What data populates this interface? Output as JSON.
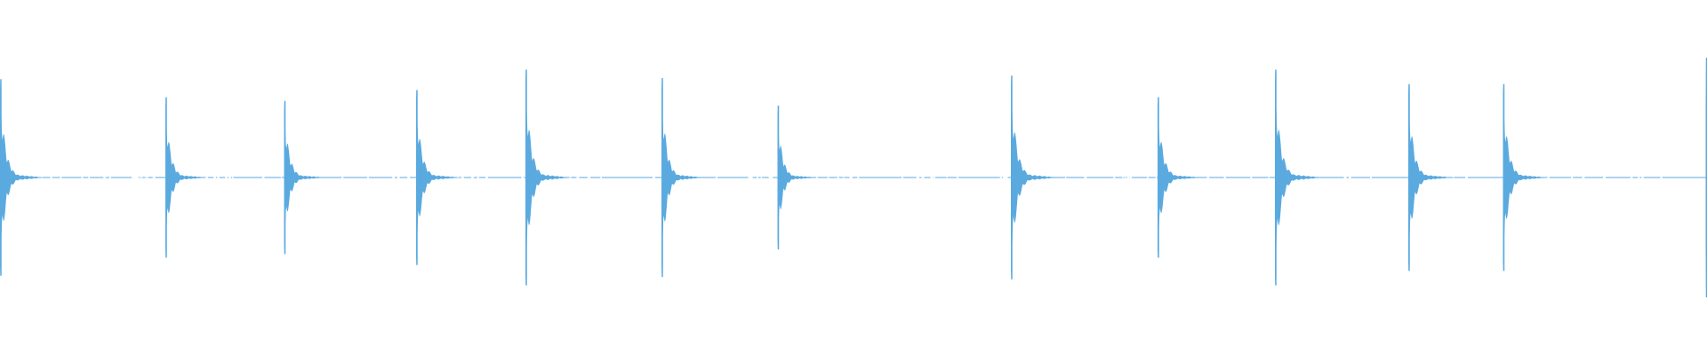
{
  "waveform": {
    "color": "#5aaae0",
    "baseline_gap_color": "#ffffff",
    "duration_seconds": 12.8,
    "peak_scale": 1.0,
    "onsets": [
      {
        "time": 0.0,
        "amplitude": 0.82,
        "lower": 0.82,
        "decay": 0.34
      },
      {
        "time": 1.24,
        "amplitude": 0.67,
        "lower": 0.67,
        "decay": 0.32
      },
      {
        "time": 2.13,
        "amplitude": 0.64,
        "lower": 0.64,
        "decay": 0.32
      },
      {
        "time": 3.12,
        "amplitude": 0.73,
        "lower": 0.73,
        "decay": 0.34
      },
      {
        "time": 3.94,
        "amplitude": 0.9,
        "lower": 0.9,
        "decay": 0.34
      },
      {
        "time": 4.96,
        "amplitude": 0.83,
        "lower": 0.83,
        "decay": 0.32
      },
      {
        "time": 5.83,
        "amplitude": 0.6,
        "lower": 0.6,
        "decay": 0.3
      },
      {
        "time": 7.58,
        "amplitude": 0.85,
        "lower": 0.85,
        "decay": 0.36
      },
      {
        "time": 8.68,
        "amplitude": 0.67,
        "lower": 0.67,
        "decay": 0.34
      },
      {
        "time": 9.56,
        "amplitude": 0.9,
        "lower": 0.9,
        "decay": 0.36
      },
      {
        "time": 10.56,
        "amplitude": 0.78,
        "lower": 0.78,
        "decay": 0.34
      },
      {
        "time": 11.27,
        "amplitude": 0.78,
        "lower": 0.78,
        "decay": 0.34
      },
      {
        "time": 12.79,
        "amplitude": 1.0,
        "lower": 1.0,
        "decay": 0.1
      }
    ]
  }
}
